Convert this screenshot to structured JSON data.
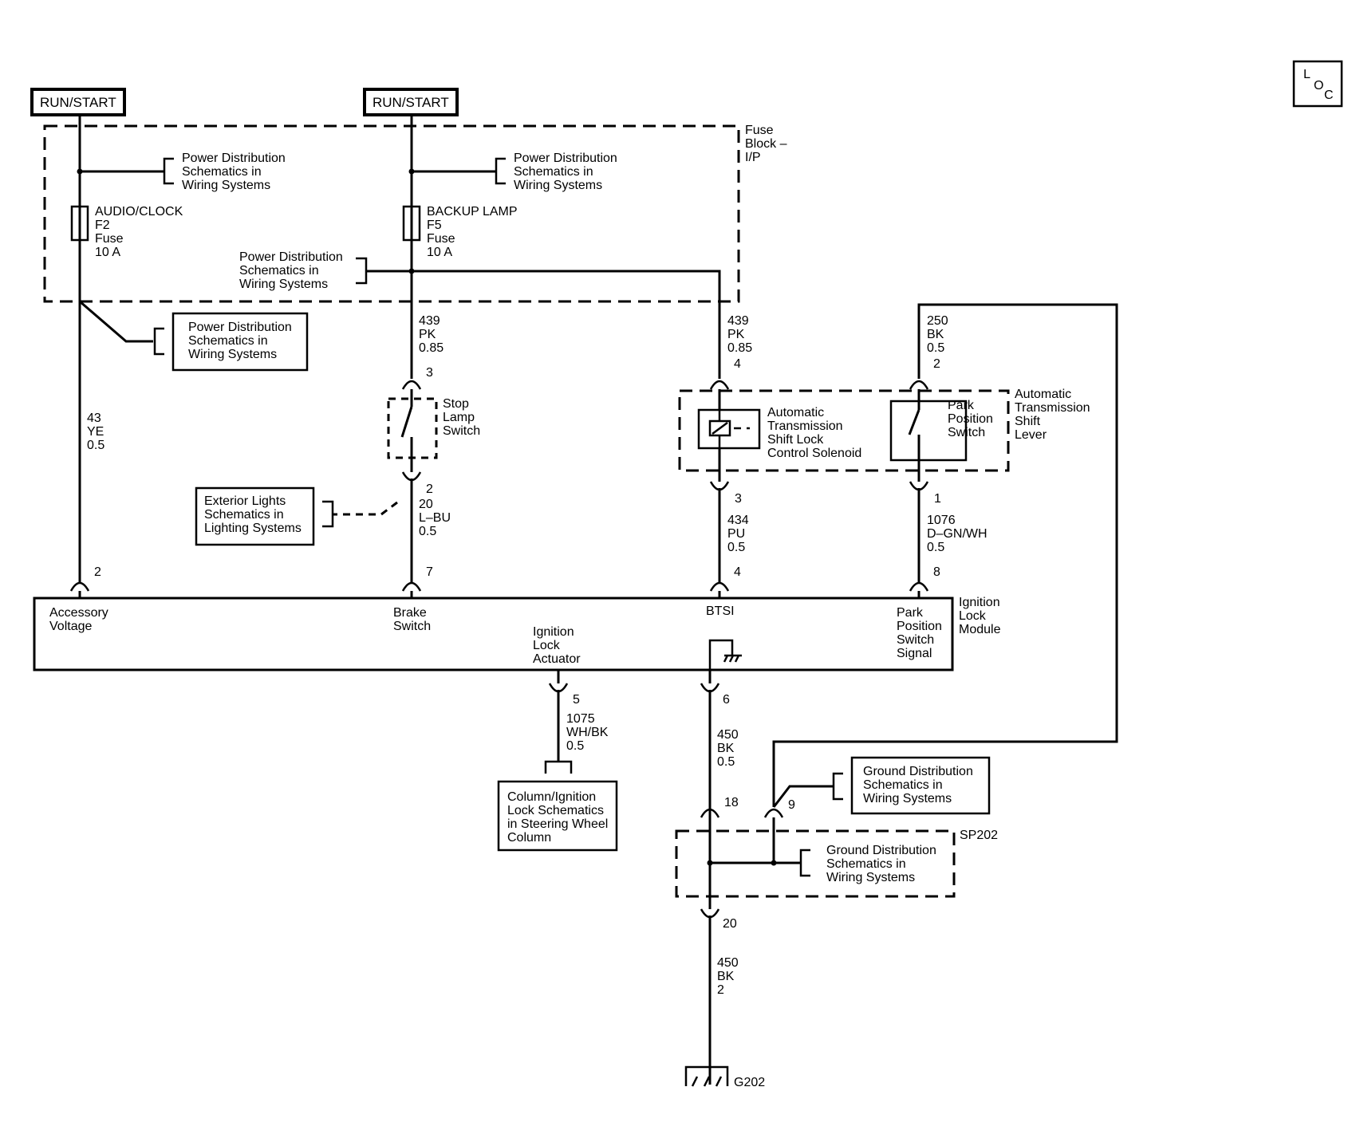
{
  "loc_icon": {
    "l": "L",
    "o": "O",
    "c": "C"
  },
  "power": {
    "left": "RUN/START",
    "mid": "RUN/START"
  },
  "fuse_block": [
    "Fuse",
    "Block –",
    "I/P"
  ],
  "fuses": {
    "f2": [
      "AUDIO/CLOCK",
      "F2",
      "Fuse",
      "10 A"
    ],
    "f5": [
      "BACKUP LAMP",
      "F5",
      "Fuse",
      "10 A"
    ]
  },
  "refs": {
    "pd1": [
      "Power Distribution",
      "Schematics in",
      "Wiring Systems"
    ],
    "pd2": [
      "Power Distribution",
      "Schematics in",
      "Wiring Systems"
    ],
    "pd3": [
      "Power Distribution",
      "Schematics in",
      "Wiring Systems"
    ],
    "pd_box": [
      "Power Distribution",
      "Schematics in",
      "Wiring Systems"
    ],
    "ext_lights": [
      "Exterior Lights",
      "Schematics in",
      "Lighting Systems"
    ],
    "column": [
      "Column/Ignition",
      "Lock Schematics",
      "in Steering Wheel",
      "Column"
    ],
    "gd1": [
      "Ground Distribution",
      "Schematics in",
      "Wiring Systems"
    ],
    "gd2": [
      "Ground Distribution",
      "Schematics in",
      "Wiring Systems"
    ]
  },
  "wires": {
    "w43": [
      "43",
      "YE",
      "0.5"
    ],
    "w439a": [
      "439",
      "PK",
      "0.85"
    ],
    "w439b": [
      "439",
      "PK",
      "0.85"
    ],
    "w250": [
      "250",
      "BK",
      "0.5"
    ],
    "w20": [
      "20",
      "L–BU",
      "0.5"
    ],
    "w434": [
      "434",
      "PU",
      "0.5"
    ],
    "w1076": [
      "1076",
      "D–GN/WH",
      "0.5"
    ],
    "w1075": [
      "1075",
      "WH/BK",
      "0.5"
    ],
    "w450a": [
      "450",
      "BK",
      "0.5"
    ],
    "w450b": [
      "450",
      "BK",
      "2"
    ]
  },
  "pins": {
    "stop_in": "3",
    "stop_out": "2",
    "sol_in": "4",
    "sol_out": "3",
    "park_in": "2",
    "park_out": "1",
    "mod_acc": "2",
    "mod_brake": "7",
    "mod_btsi": "4",
    "mod_park": "8",
    "mod_act": "5",
    "mod_gnd": "6",
    "sp_18": "18",
    "sp_9": "9",
    "sp_20": "20"
  },
  "components": {
    "stop_lamp": [
      "Stop",
      "Lamp",
      "Switch"
    ],
    "solenoid": [
      "Automatic",
      "Transmission",
      "Shift Lock",
      "Control Solenoid"
    ],
    "park_switch": [
      "Park",
      "Position",
      "Switch"
    ],
    "shift_lever": [
      "Automatic",
      "Transmission",
      "Shift",
      "Lever"
    ]
  },
  "module": {
    "name": [
      "Ignition",
      "Lock",
      "Module"
    ],
    "acc": [
      "Accessory",
      "Voltage"
    ],
    "brake": [
      "Brake",
      "Switch"
    ],
    "actuator": [
      "Ignition",
      "Lock",
      "Actuator"
    ],
    "btsi": "BTSI",
    "park": [
      "Park",
      "Position",
      "Switch",
      "Signal"
    ]
  },
  "splice": "SP202",
  "ground": "G202"
}
